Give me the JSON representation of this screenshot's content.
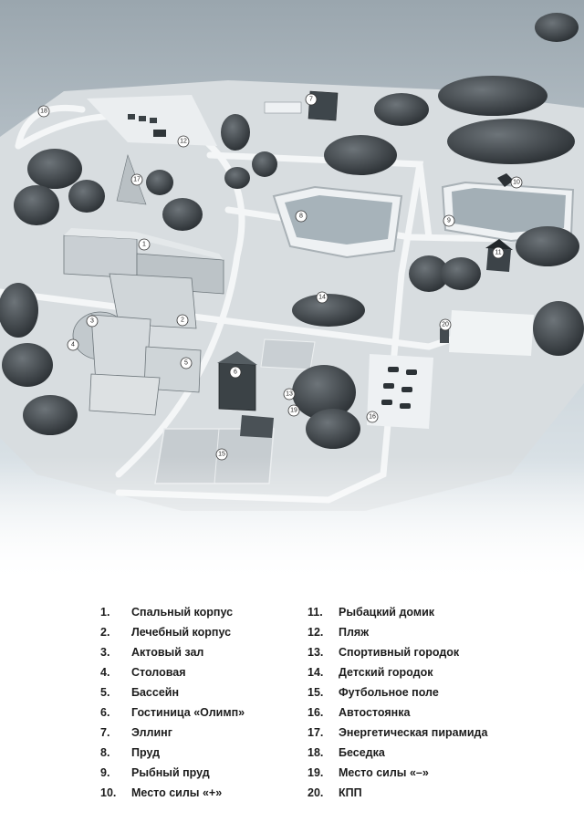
{
  "map": {
    "markers": [
      "1",
      "2",
      "3",
      "4",
      "5",
      "6",
      "7",
      "8",
      "9",
      "10",
      "11",
      "12",
      "13",
      "14",
      "15",
      "16",
      "17",
      "18",
      "19",
      "20"
    ]
  },
  "legend": {
    "left": [
      {
        "num": "1.",
        "label": "Спальный корпус"
      },
      {
        "num": "2.",
        "label": "Лечебный корпус"
      },
      {
        "num": "3.",
        "label": "Актовый зал"
      },
      {
        "num": "4.",
        "label": "Столовая"
      },
      {
        "num": "5.",
        "label": "Бассейн"
      },
      {
        "num": "6.",
        "label": "Гостиница «Олимп»"
      },
      {
        "num": "7.",
        "label": "Эллинг"
      },
      {
        "num": "8.",
        "label": "Пруд"
      },
      {
        "num": "9.",
        "label": "Рыбный пруд"
      },
      {
        "num": "10.",
        "label": "Место силы «+»"
      }
    ],
    "right": [
      {
        "num": "11.",
        "label": "Рыбацкий домик"
      },
      {
        "num": "12.",
        "label": "Пляж"
      },
      {
        "num": "13.",
        "label": "Спортивный городок"
      },
      {
        "num": "14.",
        "label": "Детский городок"
      },
      {
        "num": "15.",
        "label": "Футбольное поле"
      },
      {
        "num": "16.",
        "label": "Автостоянка"
      },
      {
        "num": "17.",
        "label": "Энергетическая пирамида"
      },
      {
        "num": "18.",
        "label": "Беседка"
      },
      {
        "num": "19.",
        "label": "Место силы «–»"
      },
      {
        "num": "20.",
        "label": "КПП"
      }
    ]
  }
}
